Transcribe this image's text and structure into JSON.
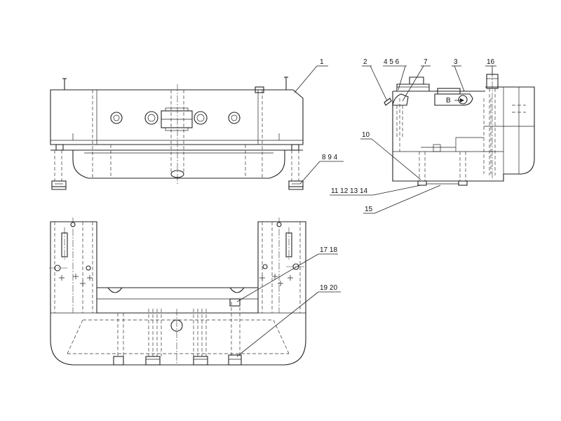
{
  "callouts": {
    "c1": "1",
    "c2": "2",
    "c3": "3",
    "c4_5_6": "4 5 6",
    "c7": "7",
    "c16": "16",
    "c10": "10",
    "c8_9_4": "8 9 4",
    "c11_12_13_14": "11 12 13 14",
    "c15": "15",
    "c17_18": "17 18",
    "c19_20": "19 20",
    "view_b": "B"
  }
}
